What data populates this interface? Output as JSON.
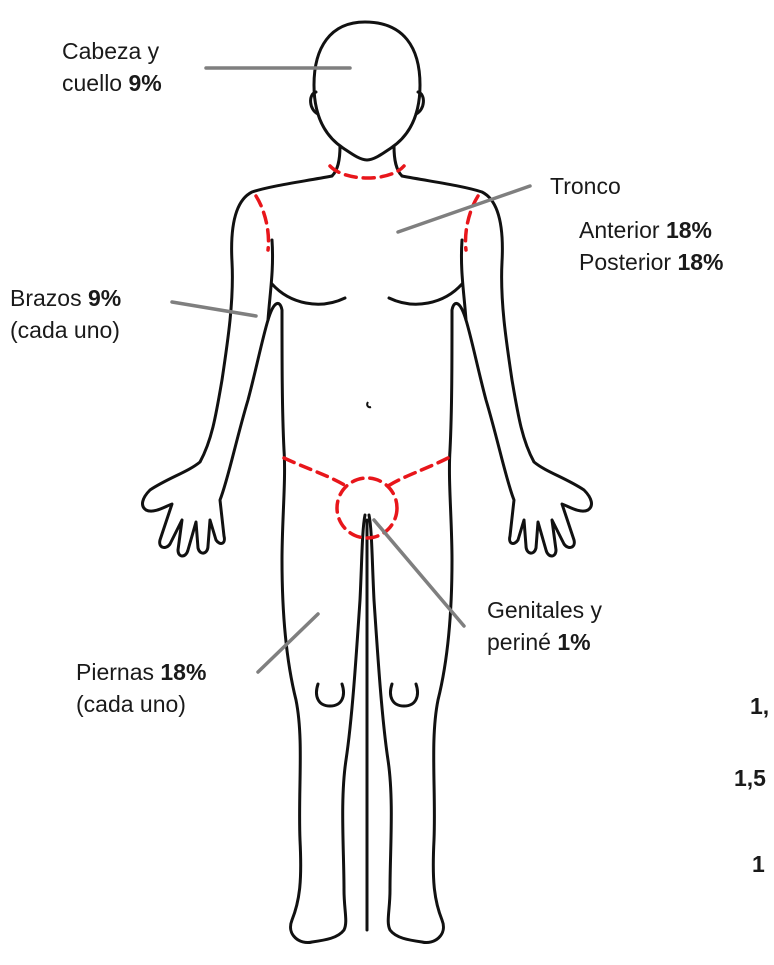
{
  "labels": {
    "head": {
      "line1": "Cabeza y",
      "line2_text": "cuello ",
      "line2_pct": "9%"
    },
    "trunk": {
      "title": "Tronco",
      "anterior_text": "Anterior ",
      "anterior_pct": "18%",
      "posterior_text": "Posterior ",
      "posterior_pct": "18%"
    },
    "arms": {
      "line1_text": "Brazos ",
      "line1_pct": "9%",
      "line2": "(cada uno)"
    },
    "genitals": {
      "line1": "Genitales y",
      "line2_text": "periné ",
      "line2_pct": "1%"
    },
    "legs": {
      "line1_text": "Piernas ",
      "line1_pct": "18%",
      "line2": "(cada uno)"
    }
  },
  "edge_fragments": [
    "1,",
    "1,5",
    "1"
  ],
  "colors": {
    "outline": "#111111",
    "region_boundary": "#e8161b",
    "leader": "#7f7f7f",
    "text": "#1a1a1a"
  }
}
